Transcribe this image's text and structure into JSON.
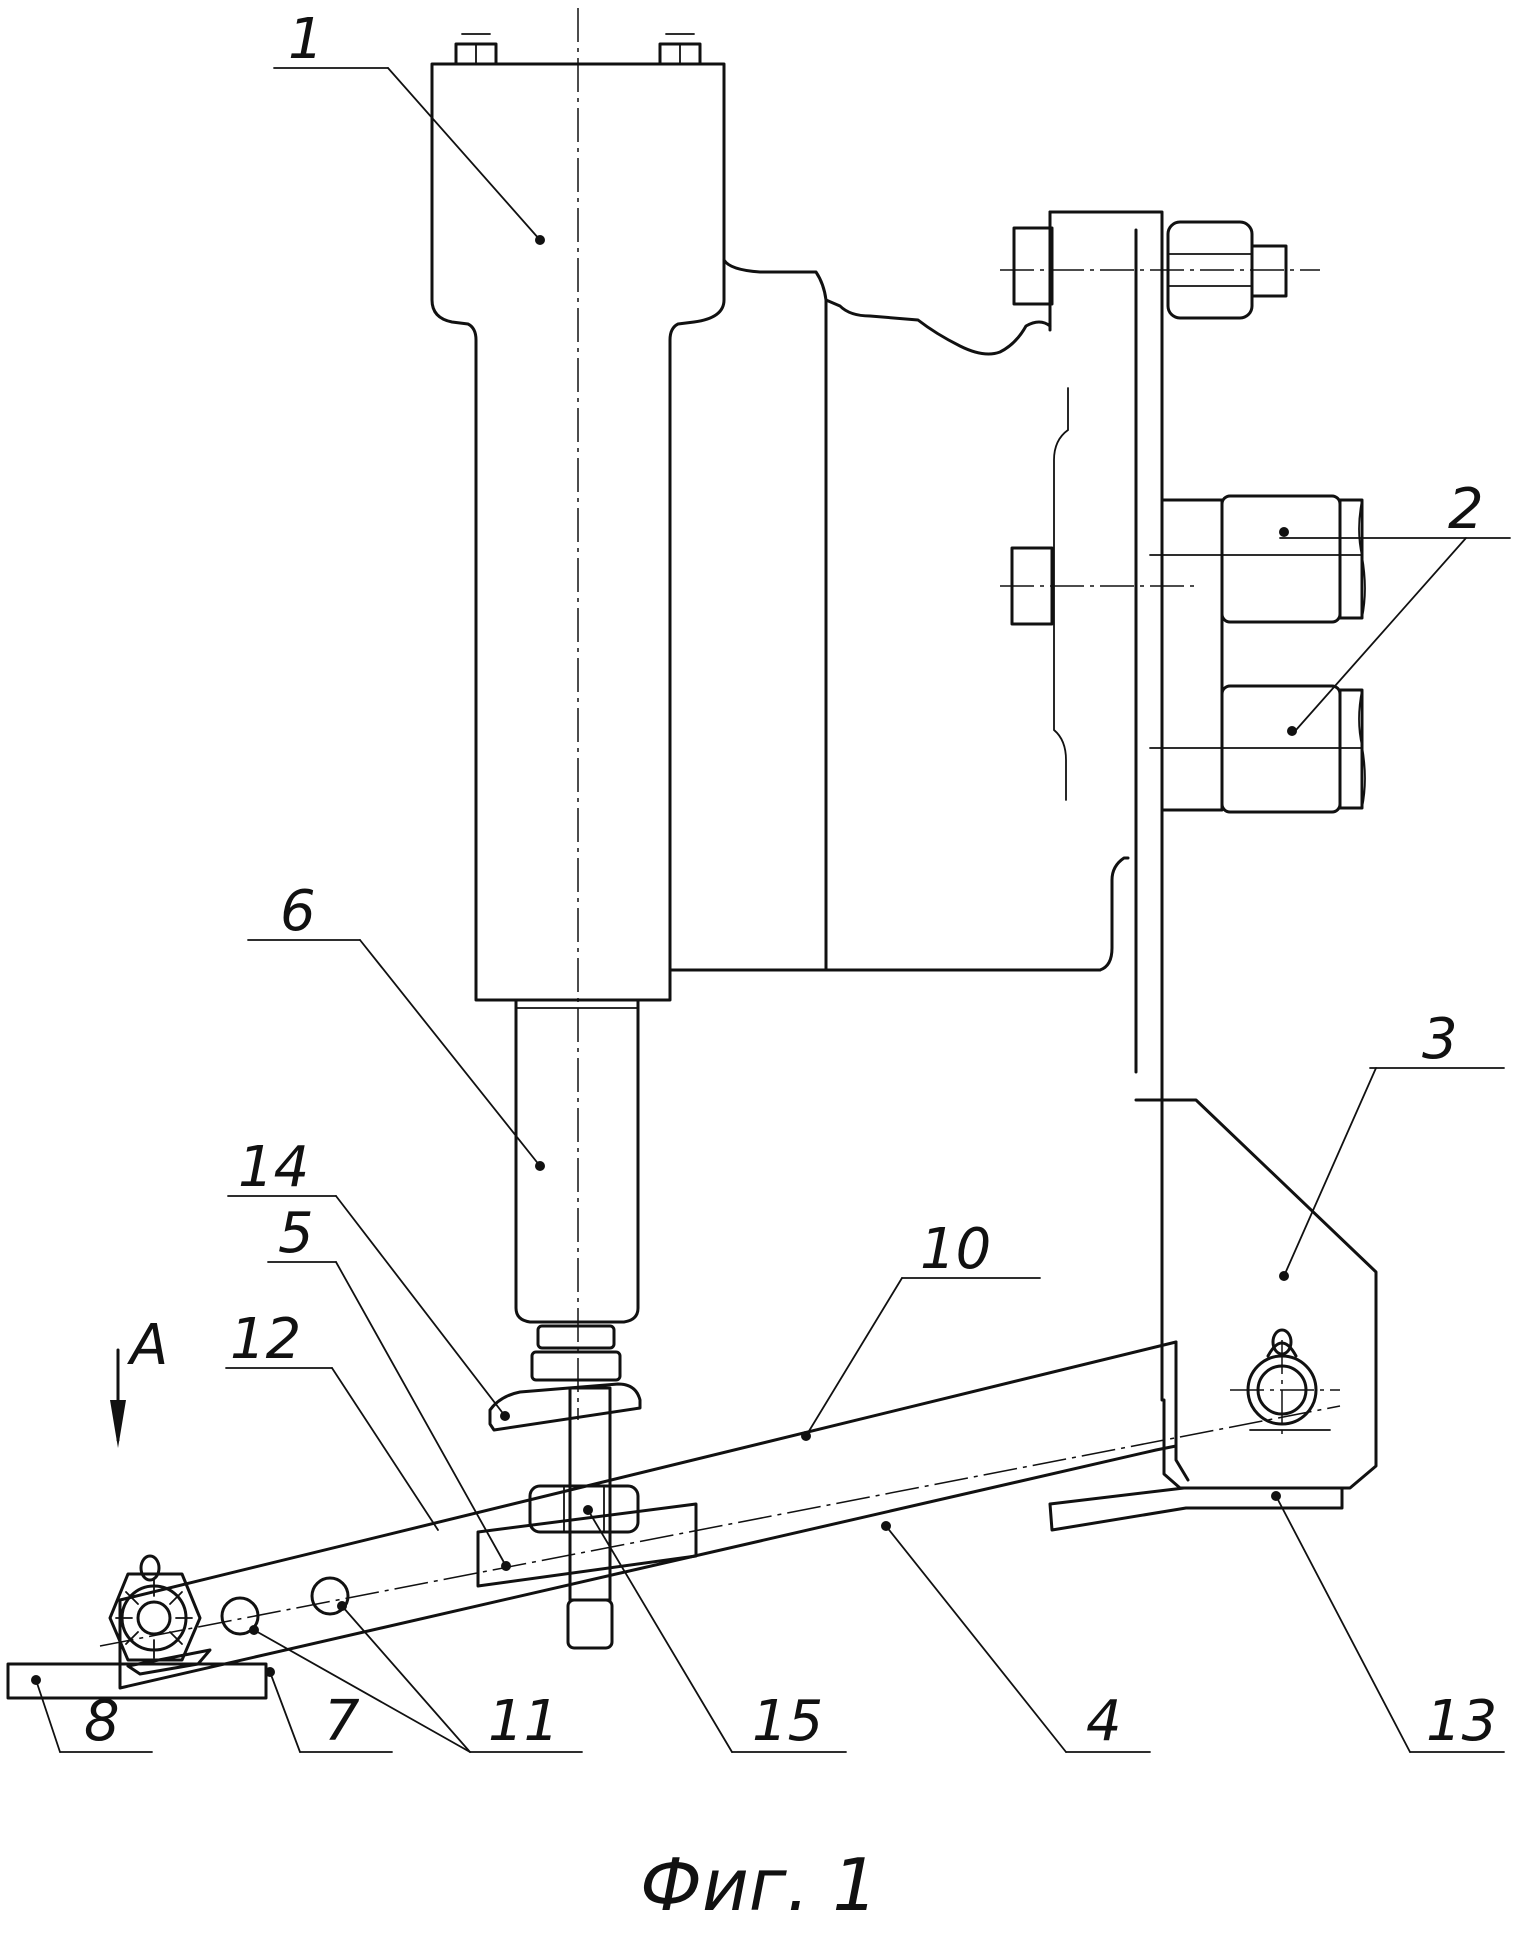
{
  "labels": {
    "p1": "1",
    "p2": "2",
    "p3": "3",
    "p4": "4",
    "p5": "5",
    "p6": "6",
    "p7": "7",
    "p8": "8",
    "p10": "10",
    "p11": "11",
    "p12": "12",
    "p13": "13",
    "p14": "14",
    "p15": "15",
    "view": "A"
  },
  "caption": "Фиг. 1"
}
